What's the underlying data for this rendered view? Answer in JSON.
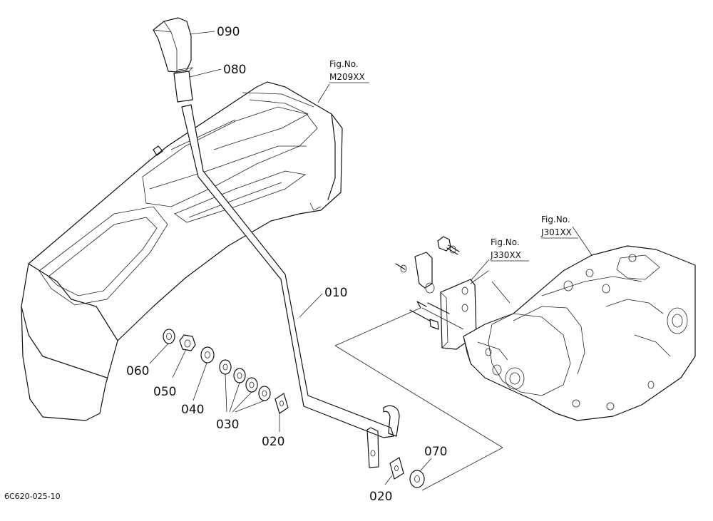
{
  "callouts": {
    "c090": "090",
    "c080": "080",
    "c010": "010",
    "c060": "060",
    "c050": "050",
    "c040": "040",
    "c030": "030",
    "c020a": "020",
    "c020b": "020",
    "c070": "070"
  },
  "figure_refs": {
    "m209": {
      "label": "Fig.No.",
      "code": "M209XX"
    },
    "j330": {
      "label": "Fig.No.",
      "code": "J330XX"
    },
    "j301": {
      "label": "Fig.No.",
      "code": "J301XX"
    }
  },
  "drawing_code": "6C620-025-10"
}
